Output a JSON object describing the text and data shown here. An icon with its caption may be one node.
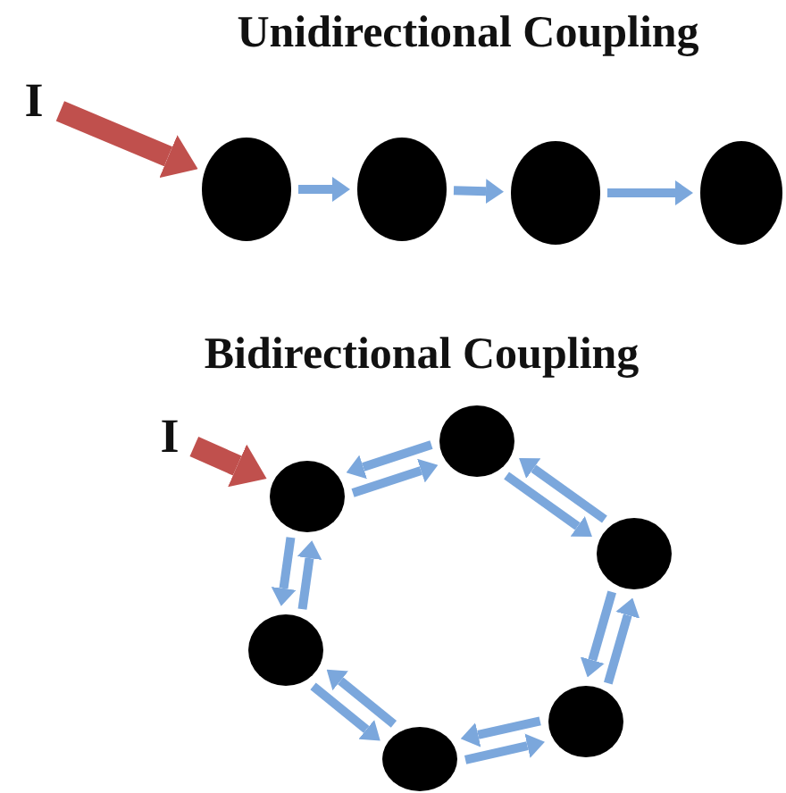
{
  "diagram": {
    "title": "Unidirectional Coupling",
    "nodes": [
      {
        "text": [
          "I"
        ]
      },
      {
        "text": [],
        "shape": "circle"
      },
      {
        "text": [],
        "shape": "circle"
      },
      {
        "text": [],
        "shape": "circle"
      },
      {
        "text": [],
        "shape": "circle"
      },
      {
        "text": [
          "I"
        ]
      },
      {
        "text": [],
        "shape": "circle"
      },
      {
        "text": [],
        "shape": "circle"
      },
      {
        "text": [],
        "shape": "circle"
      },
      {
        "text": [],
        "shape": "circle"
      },
      {
        "text": [],
        "shape": "circle"
      },
      {
        "text": [],
        "shape": "circle"
      }
    ],
    "edges": [
      {
        "from": 0,
        "to": 1,
        "arrow": "to",
        "style": "thick",
        "color": "#c0504d"
      },
      {
        "from": 1,
        "to": 2,
        "arrow": "to"
      },
      {
        "from": 2,
        "to": 3,
        "arrow": "to"
      },
      {
        "from": 3,
        "to": 4,
        "arrow": "to"
      },
      {
        "from": 5,
        "to": 6,
        "arrow": "to",
        "style": "thick",
        "color": "#c0504d"
      },
      {
        "from": 6,
        "to": 7,
        "arrow": "to"
      },
      {
        "from": 7,
        "to": 6,
        "arrow": "to"
      },
      {
        "from": 7,
        "to": 8,
        "arrow": "to"
      },
      {
        "from": 8,
        "to": 7,
        "arrow": "to"
      },
      {
        "from": 8,
        "to": 9,
        "arrow": "to"
      },
      {
        "from": 9,
        "to": 8,
        "arrow": "to"
      },
      {
        "from": 9,
        "to": 10,
        "arrow": "to"
      },
      {
        "from": 10,
        "to": 9,
        "arrow": "to"
      },
      {
        "from": 10,
        "to": 11,
        "arrow": "to"
      },
      {
        "from": 11,
        "to": 10,
        "arrow": "to"
      },
      {
        "from": 11,
        "to": 6,
        "arrow": "to"
      },
      {
        "from": 6,
        "to": 11,
        "arrow": "to"
      }
    ],
    "labels": [
      "Bidirectional Coupling"
    ]
  }
}
